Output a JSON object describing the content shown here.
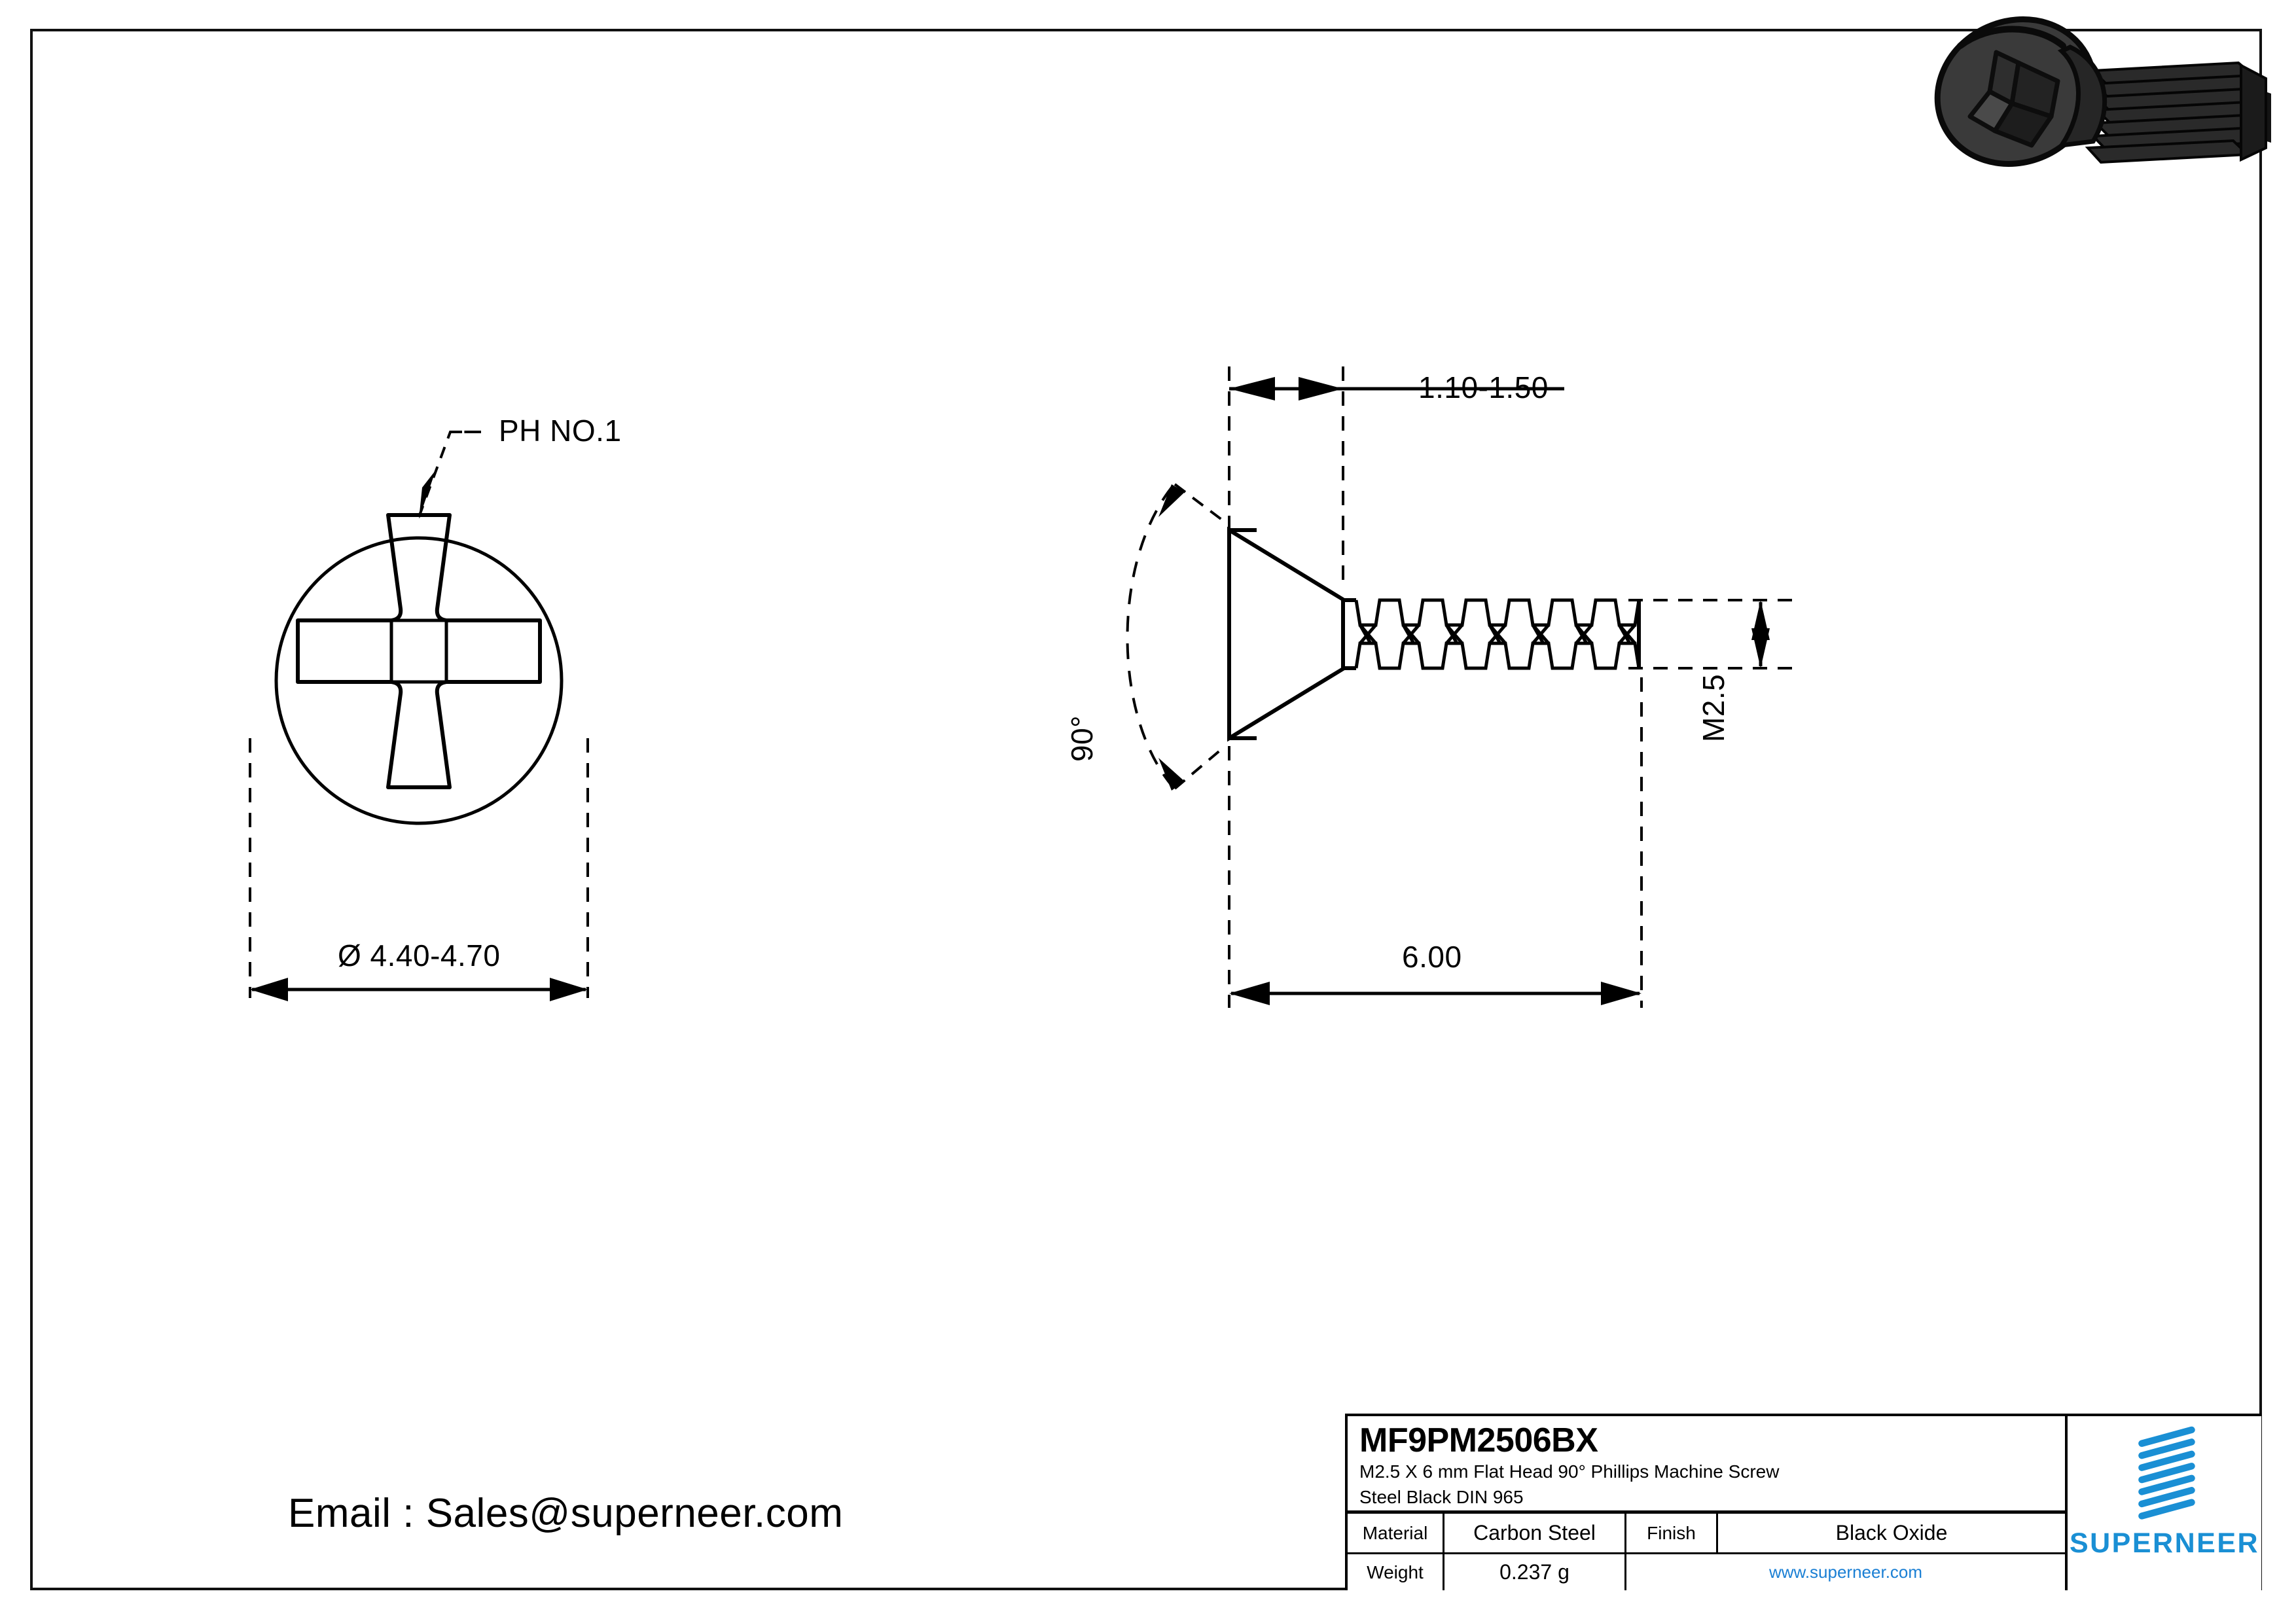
{
  "drawing": {
    "front_view": {
      "drive_callout": "PH NO.1",
      "head_diameter": "Ø 4.40-4.70"
    },
    "side_view": {
      "head_height": "1.10-1.50",
      "head_angle": "90°",
      "thread_size": "M2.5",
      "length": "6.00"
    }
  },
  "contact": {
    "email_line": "Email : Sales@superneer.com"
  },
  "title_block": {
    "part_number": "MF9PM2506BX",
    "description_line1": "M2.5 X 6 mm  Flat Head 90° Phillips Machine Screw",
    "description_line2": "Steel Black DIN 965",
    "material_label": "Material",
    "material_value": "Carbon Steel",
    "finish_label": "Finish",
    "finish_value": "Black Oxide",
    "weight_label": "Weight",
    "weight_value": "0.237 g",
    "website": "www.superneer.com",
    "brand": "SUPERNEER",
    "brand_color": "#1a8fd4",
    "link_color": "#1a7fd4"
  }
}
